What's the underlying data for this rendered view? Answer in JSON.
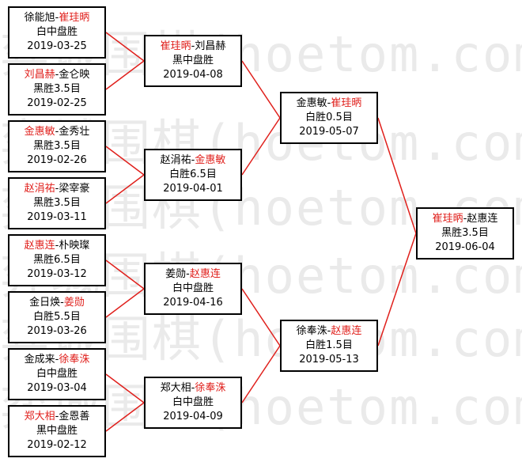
{
  "watermark": "弈城围棋(hoetom.com)",
  "colors": {
    "winner": "#e0201c",
    "line": "#e0201c",
    "border": "#000000"
  },
  "rounds": [
    {
      "matches": [
        {
          "black": "徐能旭",
          "white": "崔珪昞",
          "winner": "white",
          "result": "白中盘胜",
          "date": "2019-03-25"
        },
        {
          "black": "刘昌赫",
          "white": "金仑映",
          "winner": "black",
          "result": "黑胜3.5目",
          "date": "2019-02-25"
        },
        {
          "black": "金惠敏",
          "white": "金秀壮",
          "winner": "black",
          "result": "黑胜3.5目",
          "date": "2019-02-26"
        },
        {
          "black": "赵涓祐",
          "white": "梁宰豪",
          "winner": "black",
          "result": "黑胜3.5目",
          "date": "2019-03-11"
        },
        {
          "black": "赵惠连",
          "white": "朴映璨",
          "winner": "black",
          "result": "黑胜6.5目",
          "date": "2019-03-12"
        },
        {
          "black": "金日焕",
          "white": "姜勋",
          "winner": "white",
          "result": "白胜5.5目",
          "date": "2019-03-26"
        },
        {
          "black": "金成来",
          "white": "徐奉洙",
          "winner": "white",
          "result": "白中盘胜",
          "date": "2019-03-04"
        },
        {
          "black": "郑大相",
          "white": "金恩善",
          "winner": "black",
          "result": "黑中盘胜",
          "date": "2019-02-12"
        }
      ]
    },
    {
      "matches": [
        {
          "black": "崔珪昞",
          "white": "刘昌赫",
          "winner": "black",
          "result": "黑中盘胜",
          "date": "2019-04-08"
        },
        {
          "black": "赵涓祐",
          "white": "金惠敏",
          "winner": "white",
          "result": "白胜6.5目",
          "date": "2019-04-01"
        },
        {
          "black": "姜勋",
          "white": "赵惠连",
          "winner": "white",
          "result": "白中盘胜",
          "date": "2019-04-16"
        },
        {
          "black": "郑大相",
          "white": "徐奉洙",
          "winner": "white",
          "result": "白中盘胜",
          "date": "2019-04-09"
        }
      ]
    },
    {
      "matches": [
        {
          "black": "金惠敏",
          "white": "崔珪昞",
          "winner": "white",
          "result": "白胜0.5目",
          "date": "2019-05-07"
        },
        {
          "black": "徐奉洙",
          "white": "赵惠连",
          "winner": "white",
          "result": "白胜1.5目",
          "date": "2019-05-13"
        }
      ]
    },
    {
      "matches": [
        {
          "black": "崔珪昞",
          "white": "赵惠连",
          "winner": "black",
          "result": "黑胜3.5目",
          "date": "2019-06-04"
        }
      ]
    }
  ]
}
